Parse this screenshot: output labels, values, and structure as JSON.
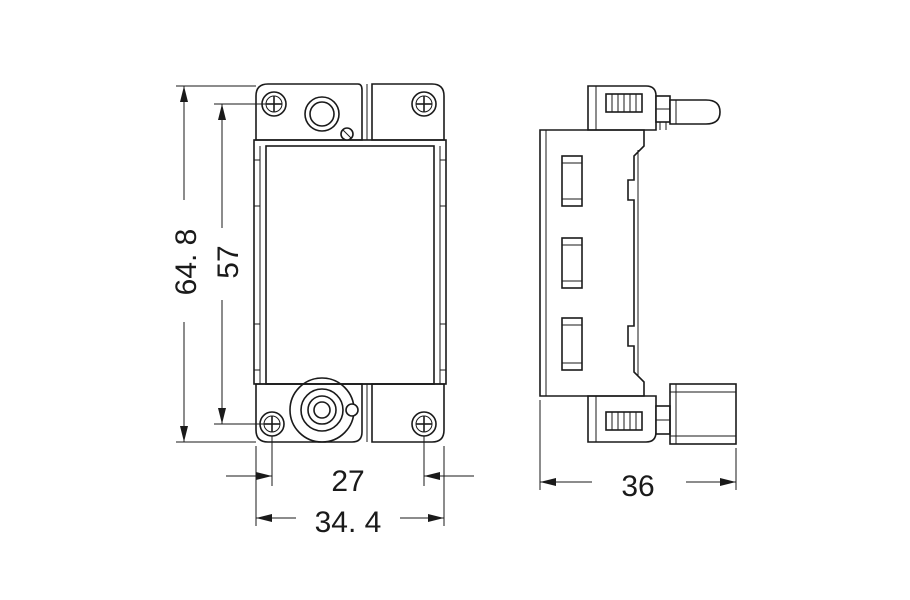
{
  "drawing": {
    "dimensions": {
      "outer_height": "64. 8",
      "inner_height": "57",
      "screw_spacing": "27",
      "outer_width": "34. 4",
      "side_depth": "36"
    },
    "colors": {
      "line": "#1a1a1a",
      "background": "#ffffff"
    }
  }
}
